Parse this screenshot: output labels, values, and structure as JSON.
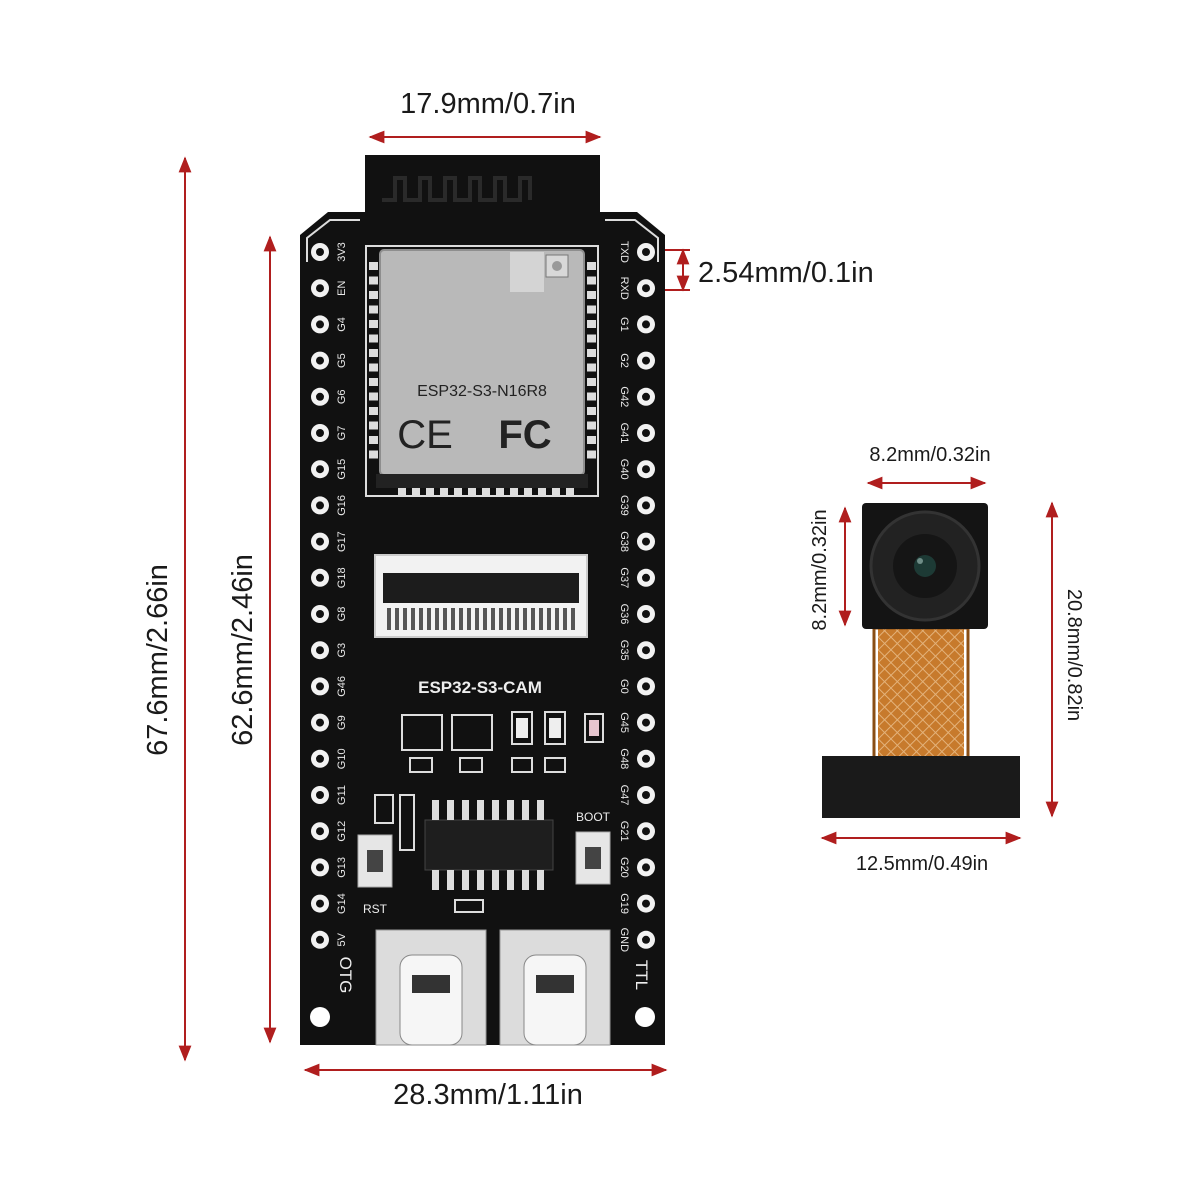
{
  "dimensions": {
    "board_width": "17.9mm/0.7in",
    "pin_pitch": "2.54mm/0.1in",
    "board_length": "67.6mm/2.66in",
    "header_length": "62.6mm/2.46in",
    "board_bottom_width": "28.3mm/1.11in",
    "cam_lens_width": "8.2mm/0.32in",
    "cam_lens_height": "8.2mm/0.32in",
    "cam_total_height": "20.8mm/0.82in",
    "cam_connector_width": "12.5mm/0.49in"
  },
  "board": {
    "module_name": "ESP32-S3-N16R8",
    "board_name": "ESP32-S3-CAM",
    "ce_mark": "CE",
    "fc_mark": "FC",
    "left_pins": [
      "3V3",
      "EN",
      "G4",
      "G5",
      "G6",
      "G7",
      "G15",
      "G16",
      "G17",
      "G18",
      "G8",
      "G3",
      "G46",
      "G9",
      "G10",
      "G11",
      "G12",
      "G13",
      "G14",
      "5V"
    ],
    "right_pins": [
      "TXD",
      "RXD",
      "G1",
      "G2",
      "G42",
      "G41",
      "G40",
      "G39",
      "G38",
      "G37",
      "G36",
      "G35",
      "G0",
      "G45",
      "G48",
      "G47",
      "G21",
      "G20",
      "G19",
      "GND"
    ],
    "otg_label": "OTG",
    "ttl_label": "TTL",
    "rst_label": "RST",
    "boot_label": "BOOT"
  },
  "colors": {
    "dimension": "#b01e1e",
    "pcb": "#111111",
    "silk": "#e8e8e8",
    "module": "#b9b9b9",
    "flex": "#c77a2c"
  }
}
